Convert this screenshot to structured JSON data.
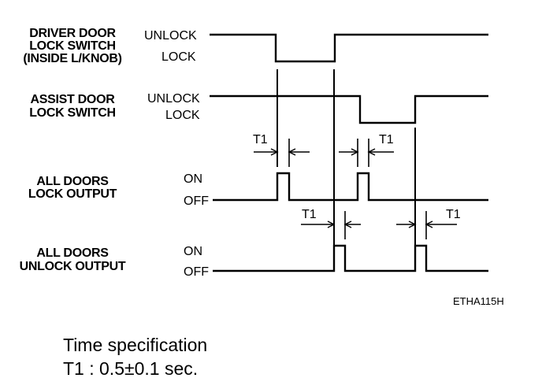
{
  "signals": [
    {
      "name_lines": [
        "DRIVER DOOR",
        "LOCK SWITCH",
        "(INSIDE L/KNOB)"
      ],
      "high_state": "UNLOCK",
      "low_state": "LOCK"
    },
    {
      "name_lines": [
        "ASSIST DOOR",
        "LOCK SWITCH"
      ],
      "high_state": "UNLOCK",
      "low_state": "LOCK"
    },
    {
      "name_lines": [
        "ALL DOORS",
        "LOCK OUTPUT"
      ],
      "high_state": "ON",
      "low_state": "OFF"
    },
    {
      "name_lines": [
        "ALL DOORS",
        "UNLOCK OUTPUT"
      ],
      "high_state": "ON",
      "low_state": "OFF"
    }
  ],
  "timing_marker": "T1",
  "figure_code": "ETHA115H",
  "spec": {
    "title": "Time specification",
    "line": "T1 : 0.5±0.1 sec."
  }
}
